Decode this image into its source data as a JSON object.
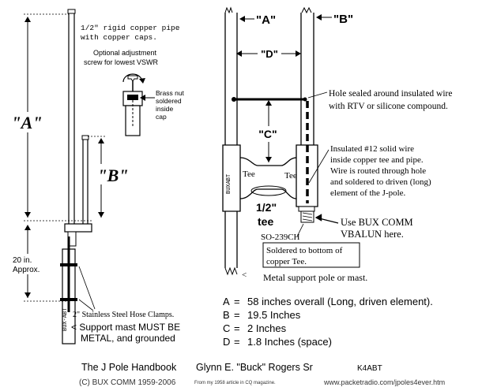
{
  "left_diagram": {
    "pipe_note": [
      "1/2\" rigid copper pipe",
      "with copper caps."
    ],
    "screw_note": [
      "Optional adjustment",
      "screw for lowest VSWR"
    ],
    "nut_note": [
      "Brass nut",
      "soldered",
      "inside",
      "cap"
    ],
    "label_a": "\"A\"",
    "label_b": "\"B\"",
    "spacing_note": [
      "20 in.",
      "Approx."
    ],
    "clamps_note": "2\" Stainless Steel Hose Clamps.",
    "mast_warning": [
      "< Support mast MUST BE",
      "METAL, and grounded"
    ],
    "mast_brand": "BUX-ABT"
  },
  "right_diagram": {
    "label_a": "\"A\"",
    "label_b": "\"B\"",
    "label_d": "\"D\"",
    "label_c": "\"C\"",
    "tee_left": "Tee",
    "tee_right": "Tee",
    "half_inch": "1/2\"",
    "tee_word": "tee",
    "brand_vertical": "BUXABT",
    "hole_note": [
      "Hole sealed around insulated wire",
      "with RTV or silicone compound."
    ],
    "wire_note": [
      "Insulated #12 solid wire",
      "inside copper tee and pipe.",
      "Wire is routed through hole",
      "and soldered to driven (long)",
      "element of the J-pole."
    ],
    "balun_note": [
      "Use BUX COMM",
      "VBALUN here."
    ],
    "connector": "SO-239CH",
    "solder_note": [
      "Soldered to bottom of",
      "copper Tee."
    ],
    "support_note": "Metal support pole or mast.",
    "support_arrow": "<"
  },
  "dimensions": [
    {
      "key": "A",
      "value": "58 inches overall (Long, driven element)."
    },
    {
      "key": "B",
      "value": "19.5 Inches"
    },
    {
      "key": "C",
      "value": "2 Inches"
    },
    {
      "key": "D",
      "value": "1.8 Inches (space)"
    }
  ],
  "footer": {
    "book_title": "The J Pole Handbook",
    "author": "Glynn E. \"Buck\" Rogers Sr",
    "callsign": "K4ABT",
    "copyright": "(C) BUX COMM 1959-2006",
    "source_note": "From my 1958 article in CQ magazine.",
    "url": "www.packetradio.com/jpoles4ever.htm"
  }
}
